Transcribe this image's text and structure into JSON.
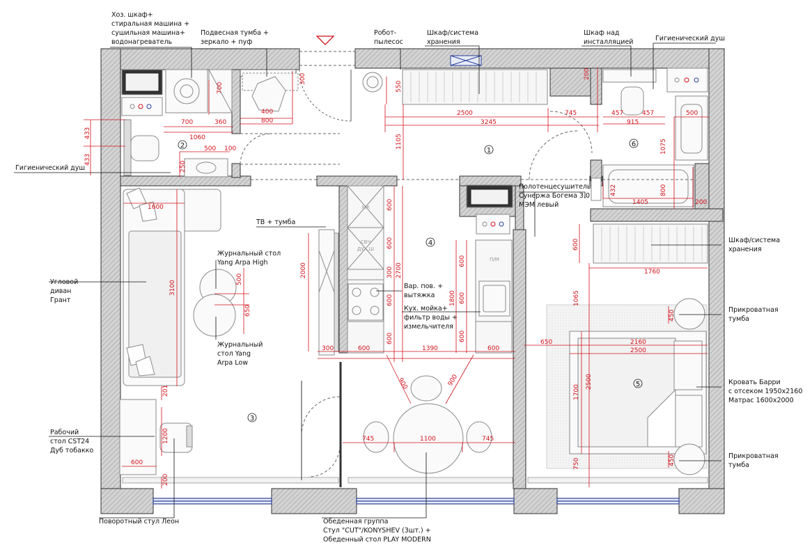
{
  "rooms": {
    "r1": "1",
    "r2": "2",
    "r3": "3",
    "r4": "4",
    "r5": "5",
    "r6": "6"
  },
  "labels": {
    "hoz_shkaf": [
      "Хоз. шкаф+",
      "стиральная машина +",
      "сушильная машина+",
      "водонагреватель"
    ],
    "podvesnaya": [
      "Подвесная тумба +",
      "зеркало + пуф"
    ],
    "robot": [
      "Робот-",
      "пылесос"
    ],
    "shkaf_system_top": [
      "Шкаф/система",
      "хранения"
    ],
    "shkaf_nad": [
      "Шкаф над",
      "инсталляцией"
    ],
    "gig_dush_top": [
      "Гигиенический душ"
    ],
    "gig_dush_left": [
      "Гигиенический душ"
    ],
    "polotenc": [
      "Полотенцесушитель",
      "Сунержа Богема 3.0",
      "МЭМ левый"
    ],
    "tv": [
      "ТВ + тумба"
    ],
    "jurn_high": [
      "Журнальный стол",
      "Yang Arpa High"
    ],
    "jurn_low": [
      "Журнальный",
      "стол Yang",
      "Arpa Low"
    ],
    "var_pov": [
      "Вар. пов. +",
      "вытяжка"
    ],
    "kuh_moika": [
      "Кух. мойка+",
      "фильтр воды +",
      "измельчителя"
    ],
    "shkaf_system_right": [
      "Шкаф/система",
      "хранения"
    ],
    "prikrov_top": [
      "Прикроватная",
      "тумба"
    ],
    "prikrov_bottom": [
      "Прикроватная",
      "тумба"
    ],
    "krovat": [
      "Кровать Барри",
      "с отсеком 1950х2160",
      "Матрас 1600х2000"
    ],
    "divan": [
      "Угловой",
      "диван",
      "Грант"
    ],
    "rab_stol": [
      "Рабочий",
      "стол CST24",
      "Дуб тобакко"
    ],
    "stul_leon": [
      "Поворотный стул Леон"
    ],
    "obed": [
      "Обеденная группа",
      "Стул \"CUT\"/KONYSHEV (3шт.) +",
      "Обеденный стол PLAY MODERN"
    ]
  },
  "appliance_labels": {
    "hmk": "Х/К",
    "svch": "СВЧ",
    "dukhovka": "ДУХ.Ш",
    "pm": "П/М"
  },
  "dims": {
    "d700a": "700",
    "d360": "360",
    "d1060": "1060",
    "d700v": "700",
    "d433a": "433",
    "d433b": "433",
    "d500b": "500",
    "d100": "100",
    "d250": "250",
    "d400": "400",
    "d800": "800",
    "d300v": "300",
    "d550": "550",
    "d2500a": "2500",
    "d745a": "745",
    "d3245": "3245",
    "d1105": "1105",
    "d200a": "200",
    "d457a": "457",
    "d457b": "457",
    "d915": "915",
    "d500c": "500",
    "d1075": "1075",
    "d432": "432",
    "d1405": "1405",
    "d800b": "800",
    "d200b": "200",
    "d1600": "1600",
    "d3100": "3100",
    "d201": "201",
    "d1200": "1200",
    "d600a": "600",
    "d200c": "200",
    "d500j": "500",
    "d650j": "650",
    "d2000": "2000",
    "d300h": "300",
    "d600b": "600",
    "d1390": "1390",
    "d600c": "600",
    "dk600a": "600",
    "dk600b": "600",
    "dk300": "300",
    "dk600c": "600",
    "dk600d": "600",
    "d2700": "2700",
    "ds600a": "600",
    "ds600b": "600",
    "ds600c": "600",
    "d1800": "1800",
    "d900a": "900",
    "d900b": "900",
    "d745b": "745",
    "d1100": "1100",
    "d745c": "745",
    "dr600": "600",
    "d1760": "1760",
    "d1065": "1065",
    "d450a": "450",
    "d650r": "650",
    "d2160": "2160",
    "d2500b": "2500",
    "d1700": "1700",
    "d2500v": "2500",
    "d750": "750",
    "d450b": "450"
  },
  "colors": {
    "wall_fill": "#c9c9c9",
    "dimension": "#d1121b",
    "furniture": "#8a8a8a",
    "window": "#2a3f9a"
  }
}
